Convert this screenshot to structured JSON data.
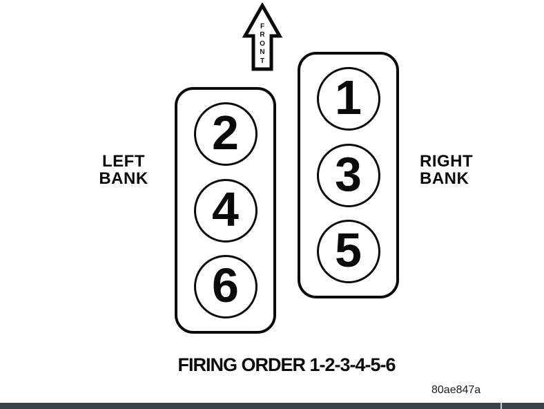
{
  "diagram": {
    "front_arrow": {
      "label": "FRONT",
      "letters": [
        "F",
        "R",
        "O",
        "N",
        "T"
      ]
    },
    "left_bank": {
      "label_line1": "LEFT",
      "label_line2": "BANK",
      "cylinders": [
        "2",
        "4",
        "6"
      ]
    },
    "right_bank": {
      "label_line1": "RIGHT",
      "label_line2": "BANK",
      "cylinders": [
        "1",
        "3",
        "5"
      ]
    },
    "firing_order": "FIRING ORDER 1-2-3-4-5-6",
    "figure_code": "80ae847a",
    "colors": {
      "line": "#0a0a0a",
      "background": "#ffffff",
      "bottom_bar": "#3d4247",
      "bottom_bar_divider": "#c9ced3"
    }
  }
}
